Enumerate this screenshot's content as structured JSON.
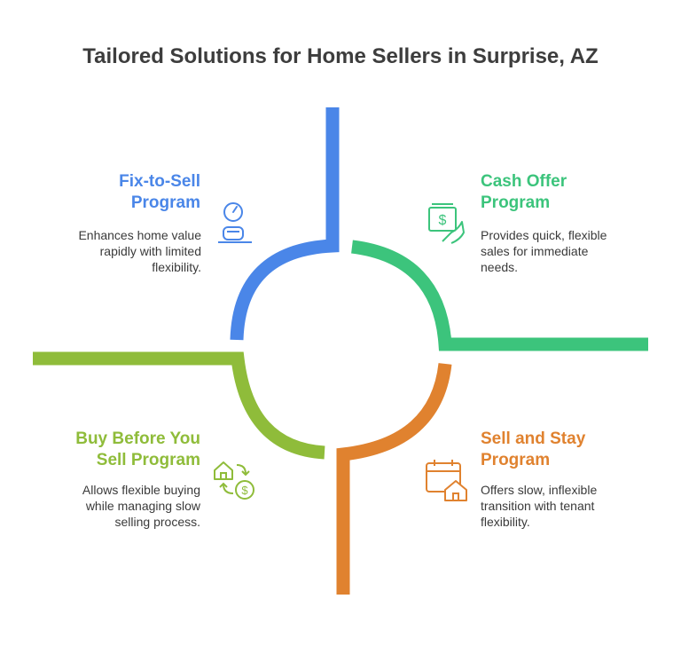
{
  "title": "Tailored Solutions for Home Sellers in Surprise, AZ",
  "colors": {
    "blue": "#4a86e8",
    "green": "#3cc47c",
    "orange": "#e0822f",
    "lime": "#8fbc3a",
    "title": "#3d3d3d",
    "text": "#3a3a3a"
  },
  "quadrants": {
    "top_left": {
      "heading": "Fix-to-Sell Program",
      "description": "Enhances home value rapidly with limited flexibility.",
      "icon": "person-speedometer-icon",
      "color": "#4a86e8"
    },
    "top_right": {
      "heading": "Cash Offer Program",
      "description": "Provides quick, flexible sales for immediate needs.",
      "icon": "cash-in-hand-icon",
      "color": "#3cc47c"
    },
    "bottom_left": {
      "heading": "Buy Before You Sell Program",
      "description": "Allows flexible buying while managing slow selling process.",
      "icon": "house-exchange-money-icon",
      "color": "#8fbc3a"
    },
    "bottom_right": {
      "heading": "Sell and Stay Program",
      "description": "Offers slow, inflexible transition with tenant flexibility.",
      "icon": "calendar-house-icon",
      "color": "#e0822f"
    }
  }
}
